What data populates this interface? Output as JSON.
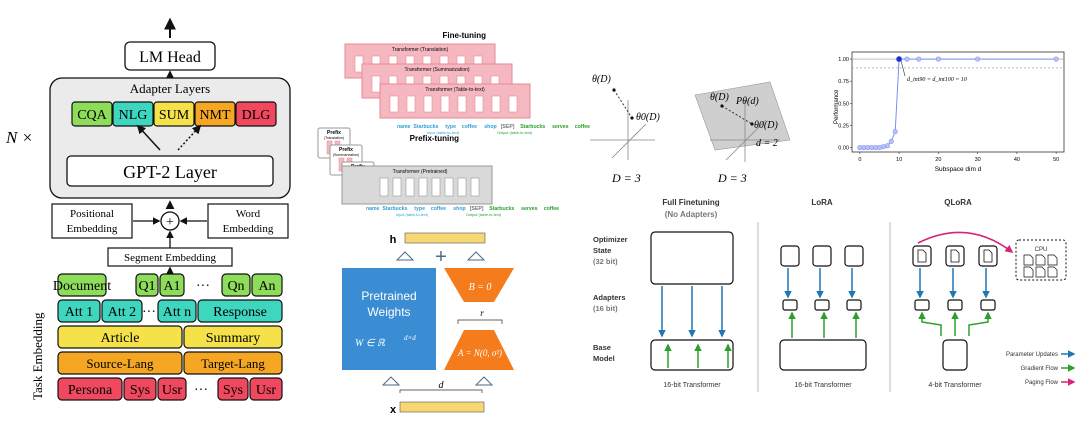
{
  "adapter_panel": {
    "lm_head": "LM Head",
    "adapter_layers_title": "Adapter Layers",
    "adapters": [
      {
        "label": "CQA",
        "color": "#8ddc5a"
      },
      {
        "label": "NLG",
        "color": "#3fd6c0"
      },
      {
        "label": "SUM",
        "color": "#f5e24a"
      },
      {
        "label": "NMT",
        "color": "#f5a623"
      },
      {
        "label": "DLG",
        "color": "#f0485e"
      }
    ],
    "gpt_layer": "GPT-2 Layer",
    "n_times": "N ×",
    "positional": [
      "Positional",
      "Embedding"
    ],
    "word": [
      "Word",
      "Embedding"
    ],
    "segment": "Segment Embedding",
    "plus": "+",
    "task_embedding": "Task Embedding",
    "rows": [
      {
        "color": "#8ddc5a",
        "cells": [
          "Document",
          "Q1",
          "A1",
          "···",
          "Qn",
          "An"
        ]
      },
      {
        "color": "#3fd6c0",
        "cells": [
          "Att 1",
          "Att 2",
          "···",
          "Att n",
          "Response"
        ]
      },
      {
        "color": "#f5e24a",
        "cells": [
          "Article",
          "Summary"
        ]
      },
      {
        "color": "#f5a623",
        "cells": [
          "Source-Lang",
          "Target-Lang"
        ]
      },
      {
        "color": "#f0485e",
        "cells": [
          "Persona",
          "Sys",
          "Usr",
          "···",
          "Sys",
          "Usr"
        ]
      }
    ]
  },
  "prefix_panel": {
    "fine_tuning": "Fine-tuning",
    "prefix_tuning": "Prefix-tuning",
    "transformers": [
      "Transformer (Translation)",
      "Transformer (Summarization)",
      "Transformer (Table-to-text)"
    ],
    "pretrained": "Transformer (Pretrained)",
    "prefix_labels": [
      "Prefix",
      "Prefix",
      "Prefix"
    ],
    "prefix_sub": [
      "(Translation)",
      "(Summarization)",
      "(Table-to-text)"
    ],
    "tokens": [
      "name",
      "Starbucks",
      "type",
      "coffee",
      "shop",
      "[SEP]",
      "Starbucks",
      "serves",
      "coffee"
    ],
    "input_label": "Input (table-to-text)",
    "output_label": "Output (table-to-text)"
  },
  "lora_panel": {
    "h": "h",
    "x": "x",
    "weights": [
      "Pretrained",
      "Weights"
    ],
    "w_formula": "W ∈ ℝ",
    "w_sup": "d×d",
    "b": "B = 0",
    "a": "A = N(0, σ²)",
    "r": "r",
    "d": "d",
    "plus": "+"
  },
  "subspace_panel": {
    "left_theta_D": "θ(D)",
    "left_theta0": "θ0(D)",
    "left_dim": "D = 3",
    "right_theta_D": "θ(D)",
    "right_P": "Pθ(d)",
    "right_theta0": "θ0(D)",
    "right_dim": "D = 3",
    "right_d": "d = 2"
  },
  "chart_data": {
    "type": "line",
    "x": [
      0,
      1,
      2,
      3,
      4,
      5,
      6,
      7,
      8,
      9,
      10,
      12,
      15,
      20,
      30,
      50
    ],
    "values": [
      0.0,
      0.0,
      0.0,
      0.0,
      0.0,
      0.0,
      0.01,
      0.02,
      0.07,
      0.18,
      1.0,
      1.0,
      1.0,
      1.0,
      1.0,
      1.0
    ],
    "xlabel": "Subspace dim d",
    "ylabel": "Performance",
    "xticks": [
      "0",
      "10",
      "20",
      "30",
      "40",
      "50"
    ],
    "yticks": [
      "0.00",
      "0.25",
      "0.50",
      "0.75",
      "1.00"
    ],
    "xlim": [
      -2,
      52
    ],
    "ylim": [
      -0.05,
      1.08
    ],
    "hlines": [
      1.0,
      0.9
    ],
    "annotation": "d_int90 = d_int100 = 10",
    "color": "#7b8ff0"
  },
  "qlora_panel": {
    "col_titles": [
      "Full Finetuning",
      "LoRA",
      "QLoRA"
    ],
    "col_sub": "(No Adapters)",
    "row_labels": [
      [
        "Optimizer",
        "State",
        "(32 bit)"
      ],
      [
        "Adapters",
        "(16 bit)"
      ],
      [
        "Base",
        "Model"
      ]
    ],
    "bottoms": [
      "16-bit Transformer",
      "16-bit Transformer",
      "4-bit Transformer"
    ],
    "cpu": "CPU",
    "legend": [
      "Parameter Updates",
      "Gradient Flow",
      "Paging Flow"
    ],
    "colors": {
      "update": "#1f77b4",
      "gradient": "#2ca02c",
      "paging": "#d6247a"
    }
  }
}
